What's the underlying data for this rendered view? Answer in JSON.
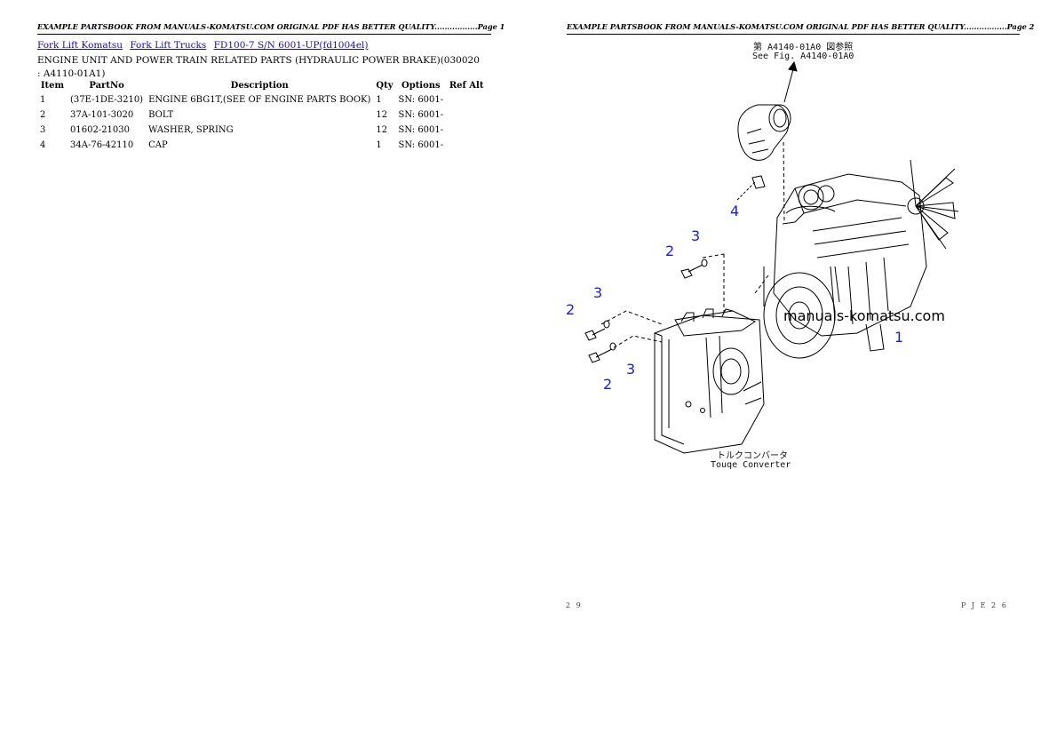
{
  "header_left": "EXAMPLE PARTSBOOK FROM MANUALS-KOMATSU.COM ORIGINAL PDF HAS BETTER QUALITY.................Page 1",
  "header_right": "EXAMPLE PARTSBOOK FROM MANUALS-KOMATSU.COM ORIGINAL PDF HAS BETTER QUALITY.................Page 2",
  "breadcrumbs": [
    "Fork Lift Komatsu",
    "Fork Lift Trucks",
    "FD100-7 S/N 6001-UP(fd1004el)"
  ],
  "section_title": "ENGINE UNIT AND POWER TRAIN RELATED PARTS (HYDRAULIC POWER BRAKE)(030020 : A4110-01A1)",
  "table": {
    "headers": {
      "item": "Item",
      "partno": "PartNo",
      "description": "Description",
      "qty": "Qty",
      "options": "Options",
      "refalt": "Ref Alt"
    },
    "rows": [
      {
        "item": "1",
        "partno": "(37E-1DE-3210)",
        "description": "ENGINE 6BG1T,(SEE OF ENGINE PARTS BOOK)",
        "qty": "1",
        "options": "SN: 6001-",
        "refalt": ""
      },
      {
        "item": "2",
        "partno": "37A-101-3020",
        "description": "BOLT",
        "qty": "12",
        "options": "SN: 6001-",
        "refalt": ""
      },
      {
        "item": "3",
        "partno": "01602-21030",
        "description": "WASHER, SPRING",
        "qty": "12",
        "options": "SN: 6001-",
        "refalt": ""
      },
      {
        "item": "4",
        "partno": "34A-76-42110",
        "description": "CAP",
        "qty": "1",
        "options": "SN: 6001-",
        "refalt": ""
      }
    ]
  },
  "diagram": {
    "ref_top_jp": "第 A4140-01A0 図参照",
    "ref_top_en": "See Fig. A4140-01A0",
    "converter_jp": "トルクコンバータ",
    "converter_en": "Touqe Converter",
    "watermark": "manuals-komatsu.com",
    "callouts": [
      "4",
      "3",
      "2",
      "3",
      "2",
      "3",
      "2",
      "1"
    ],
    "page_no": "2 9",
    "code": "P J E 2 6"
  },
  "colors": {
    "callout": "#1b20d6",
    "link": "#1a0dab"
  }
}
